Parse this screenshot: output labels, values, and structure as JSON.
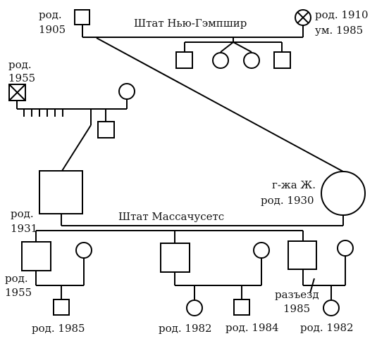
{
  "labels": {
    "gp_male_line1": "род.",
    "gp_male_line2": "1905",
    "gp_title": "Штат Нью-Гэмпшир",
    "gp_female_line1": "род. 1910",
    "gp_female_line2": "ум. 1985",
    "left_male_line1": "род.",
    "left_male_line2": "1955",
    "father_line1": "род.",
    "father_line2": "1931",
    "mother_line1": "г-жа Ж.",
    "mother_line2": "род. 1930",
    "parents_title": "Штат Массачусетс",
    "c1_line1": "род.",
    "c1_line2": "1955",
    "c1_child": "род. 1985",
    "c2_child1": "род. 1982",
    "c2_child2": "род. 1984",
    "c3_sep_line1": "разъезд",
    "c3_sep_line2": "1985",
    "c3_child": "род. 1982"
  }
}
